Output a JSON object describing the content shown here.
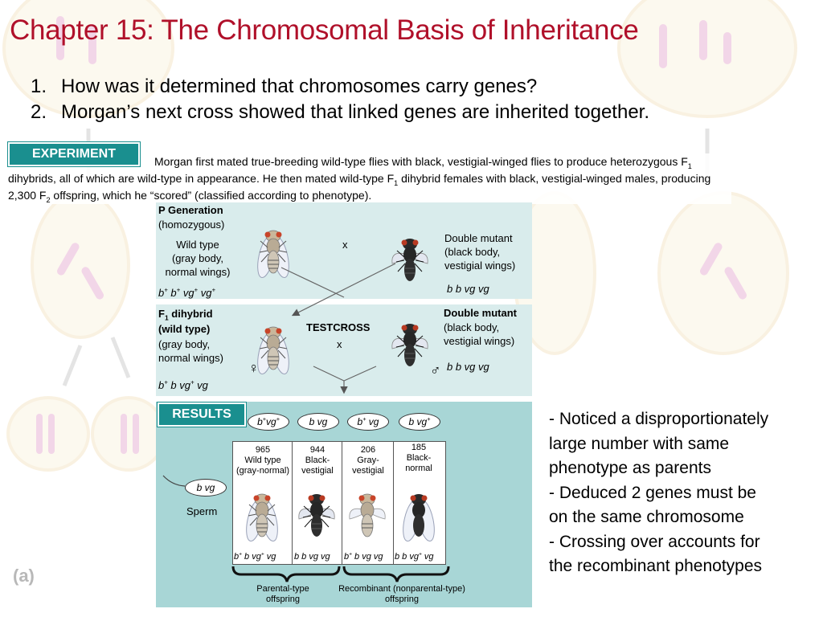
{
  "slide": {
    "title": "Chapter 15: The Chromosomal Basis of Inheritance",
    "questions": [
      {
        "num": "1.",
        "text": "How was it determined that chromosomes carry genes?"
      },
      {
        "num": "2.",
        "text": "Morgan’s next cross showed that linked genes are inherited together."
      }
    ],
    "panel_letter": "(a)"
  },
  "experiment": {
    "badge": "EXPERIMENT",
    "parts": [
      "Morgan first mated true-breeding wild-type flies with black, vestigial-winged flies to produce heterozygous F",
      "1",
      " dihybrids, all of which are wild-type in appearance. He then mated wild-type F",
      "1",
      " dihybrid females with black, vestigial-winged males, producing 2,300 F",
      "2",
      " offspring, which he “scored” (classified according to phenotype)."
    ]
  },
  "p_generation": {
    "heading": "P Generation",
    "sub": "(homozygous)",
    "wild_lines": [
      "Wild type",
      "(gray body,",
      "normal wings)"
    ],
    "wild_genotype": [
      "b",
      "+",
      " b",
      "+",
      " vg",
      "+",
      " vg",
      "+"
    ],
    "cross_symbol": "x",
    "mutant_lines": [
      "Double mutant",
      "(black body,",
      "vestigial wings)"
    ],
    "mutant_genotype": "b b vg vg"
  },
  "f1": {
    "heading_parts": [
      "F",
      "1",
      " dihybrid"
    ],
    "heading2": "(wild type)",
    "lines": [
      "(gray body,",
      "normal wings)"
    ],
    "genotype": [
      "b",
      "+",
      " b vg",
      "+",
      " vg"
    ],
    "testcross": "TESTCROSS",
    "cross_symbol": "x",
    "female_symbol": "♀",
    "male_symbol": "♂",
    "mutant_heading": "Double mutant",
    "mutant_lines": [
      "(black body,",
      "vestigial wings)"
    ],
    "mutant_genotype": "b b vg vg"
  },
  "results": {
    "badge": "RESULTS",
    "eggs": [
      [
        "b",
        "+",
        "vg",
        "+"
      ],
      [
        "b vg"
      ],
      [
        "b",
        "+",
        " vg"
      ],
      [
        "b vg",
        "+"
      ]
    ],
    "sperm_genotype": "b vg",
    "sperm_label": "Sperm",
    "offspring": [
      {
        "count": "965",
        "lines": [
          "Wild type",
          "(gray-normal)"
        ]
      },
      {
        "count": "944",
        "lines": [
          "Black-",
          "vestigial"
        ]
      },
      {
        "count": "206",
        "lines": [
          "Gray-",
          "vestigial"
        ]
      },
      {
        "count": "185",
        "lines": [
          "Black-",
          "normal"
        ]
      }
    ],
    "offspring_genotypes": [
      [
        "b",
        "+",
        " b vg",
        "+",
        " vg"
      ],
      [
        "b b vg vg"
      ],
      [
        "b",
        "+",
        " b vg vg"
      ],
      [
        "b b vg",
        "+",
        " vg"
      ]
    ],
    "parental_label": [
      "Parental-type",
      "offspring"
    ],
    "recombinant_label": [
      "Recombinant (nonparental-type)",
      "offspring"
    ]
  },
  "notes": [
    "- Noticed a disproportionately",
    "large number with same",
    "phenotype as parents",
    "- Deduced 2 genes must be",
    "on the same chromosome",
    "- Crossing over accounts for",
    "the recombinant phenotypes"
  ],
  "colors": {
    "title": "#b0102a",
    "badge": "#1a8f8f",
    "panel_light": "#d9ecec",
    "panel_results": "#a8d6d6"
  },
  "icons": [
    "gray-fly-icon",
    "black-fly-icon",
    "chromosome-icon"
  ]
}
